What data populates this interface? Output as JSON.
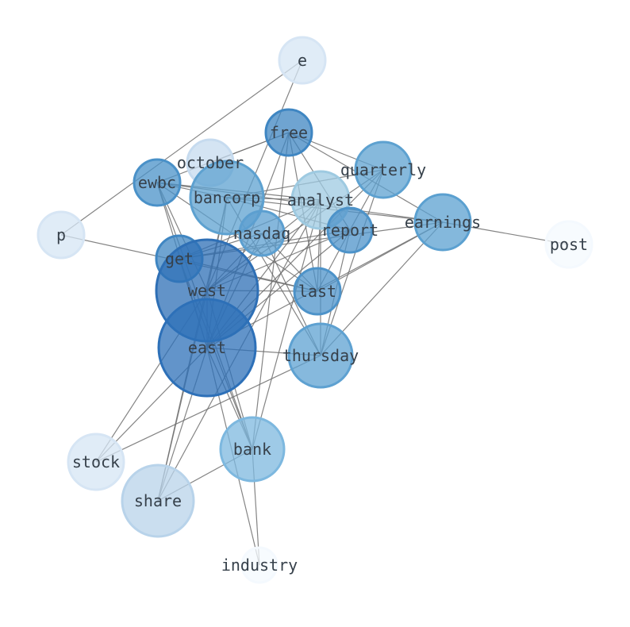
{
  "graph": {
    "nodes": [
      {
        "id": "e",
        "label": "e",
        "color": "#d6e5f4"
      },
      {
        "id": "free",
        "label": "free",
        "color": "#3f86c2"
      },
      {
        "id": "october",
        "label": "october",
        "color": "#c6dbef"
      },
      {
        "id": "quarterly",
        "label": "quarterly",
        "color": "#5da1d0"
      },
      {
        "id": "ewbc",
        "label": "ewbc",
        "color": "#4a91c8"
      },
      {
        "id": "bancorp",
        "label": "bancorp",
        "color": "#5da1d0"
      },
      {
        "id": "analyst",
        "label": "analyst",
        "color": "#9ecae1"
      },
      {
        "id": "earnings",
        "label": "earnings",
        "color": "#5ba0d0"
      },
      {
        "id": "p",
        "label": "p",
        "color": "#d6e5f4"
      },
      {
        "id": "nasdaq",
        "label": "nasdaq",
        "color": "#5c9fd0"
      },
      {
        "id": "report",
        "label": "report",
        "color": "#4d93c9"
      },
      {
        "id": "post",
        "label": "post",
        "color": "#f4f9fe"
      },
      {
        "id": "get",
        "label": "get",
        "color": "#3f86c2"
      },
      {
        "id": "west",
        "label": "west",
        "color": "#2e6fb5"
      },
      {
        "id": "last",
        "label": "last",
        "color": "#4d93c9"
      },
      {
        "id": "east",
        "label": "east",
        "color": "#2d70b8"
      },
      {
        "id": "thursday",
        "label": "thursday",
        "color": "#5ea1d1"
      },
      {
        "id": "stock",
        "label": "stock",
        "color": "#d6e5f4"
      },
      {
        "id": "bank",
        "label": "bank",
        "color": "#7db8df"
      },
      {
        "id": "share",
        "label": "share",
        "color": "#b8d3ea"
      },
      {
        "id": "industry",
        "label": "industry",
        "color": "#f4f9fe"
      }
    ],
    "edges": [
      [
        "e",
        "p"
      ],
      [
        "e",
        "west"
      ],
      [
        "free",
        "october"
      ],
      [
        "free",
        "quarterly"
      ],
      [
        "free",
        "earnings"
      ],
      [
        "free",
        "last"
      ],
      [
        "free",
        "ewbc"
      ],
      [
        "free",
        "east"
      ],
      [
        "free",
        "bank"
      ],
      [
        "free",
        "report"
      ],
      [
        "ewbc",
        "bancorp"
      ],
      [
        "ewbc",
        "analyst"
      ],
      [
        "ewbc",
        "earnings"
      ],
      [
        "ewbc",
        "west"
      ],
      [
        "ewbc",
        "east"
      ],
      [
        "ewbc",
        "last"
      ],
      [
        "ewbc",
        "bank"
      ],
      [
        "quarterly",
        "east"
      ],
      [
        "quarterly",
        "thursday"
      ],
      [
        "quarterly",
        "bancorp"
      ],
      [
        "quarterly",
        "report"
      ],
      [
        "quarterly",
        "west"
      ],
      [
        "bancorp",
        "east"
      ],
      [
        "bancorp",
        "west"
      ],
      [
        "bancorp",
        "earnings"
      ],
      [
        "bancorp",
        "share"
      ],
      [
        "bancorp",
        "report"
      ],
      [
        "bancorp",
        "thursday"
      ],
      [
        "bancorp",
        "analyst"
      ],
      [
        "analyst",
        "get"
      ],
      [
        "analyst",
        "last"
      ],
      [
        "analyst",
        "thursday"
      ],
      [
        "analyst",
        "west"
      ],
      [
        "analyst",
        "east"
      ],
      [
        "analyst",
        "bank"
      ],
      [
        "analyst",
        "share"
      ],
      [
        "earnings",
        "post"
      ],
      [
        "earnings",
        "get"
      ],
      [
        "earnings",
        "last"
      ],
      [
        "earnings",
        "thursday"
      ],
      [
        "earnings",
        "east"
      ],
      [
        "p",
        "last"
      ],
      [
        "nasdaq",
        "get"
      ],
      [
        "nasdaq",
        "west"
      ],
      [
        "nasdaq",
        "east"
      ],
      [
        "nasdaq",
        "last"
      ],
      [
        "nasdaq",
        "thursday"
      ],
      [
        "report",
        "get"
      ],
      [
        "report",
        "last"
      ],
      [
        "report",
        "west"
      ],
      [
        "report",
        "east"
      ],
      [
        "report",
        "thursday"
      ],
      [
        "get",
        "east"
      ],
      [
        "get",
        "bank"
      ],
      [
        "get",
        "last"
      ],
      [
        "west",
        "east"
      ],
      [
        "west",
        "bank"
      ],
      [
        "west",
        "share"
      ],
      [
        "west",
        "stock"
      ],
      [
        "west",
        "last"
      ],
      [
        "east",
        "thursday"
      ],
      [
        "east",
        "bank"
      ],
      [
        "east",
        "share"
      ],
      [
        "east",
        "stock"
      ],
      [
        "east",
        "industry"
      ],
      [
        "thursday",
        "stock"
      ],
      [
        "bank",
        "share"
      ],
      [
        "bank",
        "industry"
      ]
    ]
  }
}
